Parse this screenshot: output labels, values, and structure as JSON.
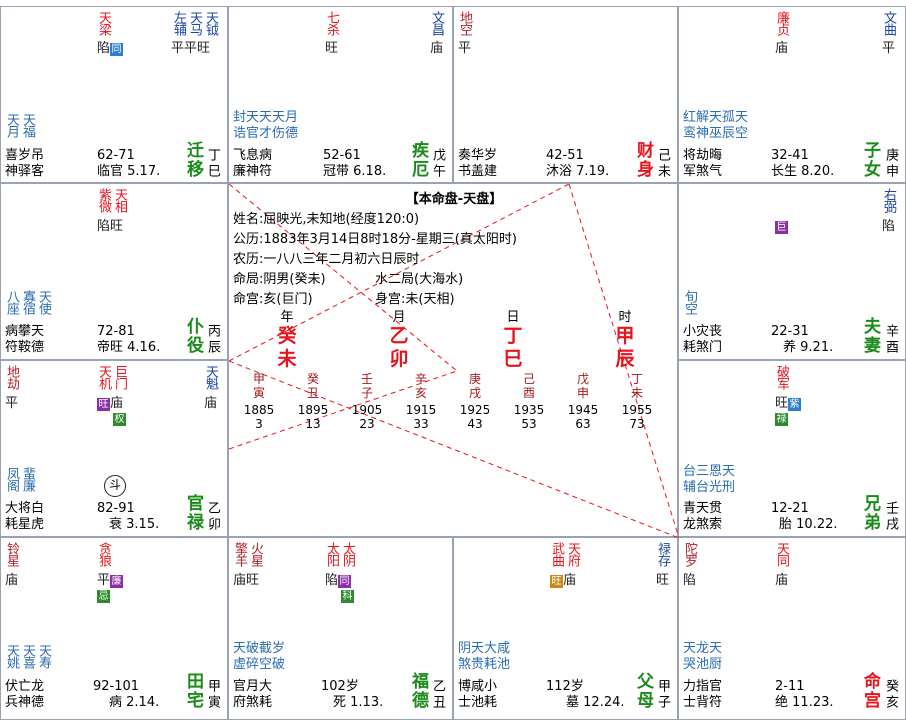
{
  "center": {
    "title": "【本命盘-天盘】",
    "lines": [
      "姓名:屈映光,未知地(经度120:0)",
      "公历:1883年3月14日8时18分-星期三(真太阳时)",
      "农历:一八八三年二月初六日辰时"
    ],
    "mingju": "命局:阴男(癸未)",
    "mingju2": "水二局(大海水)",
    "minggong": "命宫:亥(巨门)",
    "shengong": "身宫:未(天相)",
    "pillars": [
      {
        "label": "年",
        "stem": "癸",
        "branch": "未"
      },
      {
        "label": "月",
        "stem": "乙",
        "branch": "卯"
      },
      {
        "label": "日",
        "stem": "丁",
        "branch": "巳"
      },
      {
        "label": "时",
        "stem": "甲",
        "branch": "辰"
      }
    ],
    "dayun": [
      {
        "g": "甲",
        "z": "寅",
        "y": "1885",
        "a": "3"
      },
      {
        "g": "癸",
        "z": "丑",
        "y": "1895",
        "a": "13"
      },
      {
        "g": "壬",
        "z": "子",
        "y": "1905",
        "a": "23"
      },
      {
        "g": "辛",
        "z": "亥",
        "y": "1915",
        "a": "33"
      },
      {
        "g": "庚",
        "z": "戌",
        "y": "1925",
        "a": "43"
      },
      {
        "g": "己",
        "z": "酉",
        "y": "1935",
        "a": "53"
      },
      {
        "g": "戊",
        "z": "申",
        "y": "1945",
        "a": "63"
      },
      {
        "g": "丁",
        "z": "未",
        "y": "1955",
        "a": "73"
      }
    ]
  },
  "palaces": {
    "si": {
      "m1": "天梁",
      "m1b": "陷",
      "m1h": "同",
      "m2": "左辅",
      "m3": "天马",
      "m4": "天钺",
      "m2b": "平",
      "m3b": "平",
      "m4b": "旺",
      "l1": "天月",
      "l2": "天福",
      "bot1": "喜岁吊",
      "bot2": "神驿客",
      "range": "62-71",
      "stage": "临官",
      "date": "5.17.",
      "pname1": "迁",
      "pname2": "移",
      "gan": "丁",
      "zhi": "巳"
    },
    "wu": {
      "m1": "七杀",
      "m1b": "旺",
      "m2": "文昌",
      "m2b": "庙",
      "l": "封天天天月",
      "l2": "诰官才伤德",
      "bot1": "飞息病",
      "bot2": "廉神符",
      "range": "52-61",
      "stage": "冠带",
      "date": "6.18.",
      "pname1": "疾",
      "pname2": "厄",
      "gan": "戊",
      "zhi": "午"
    },
    "wei": {
      "m1": "地空",
      "m1b": "平",
      "bot1": "奏华岁",
      "bot2": "书盖建",
      "range": "42-51",
      "stage": "沐浴",
      "date": "7.19.",
      "pname1": "财",
      "pname2": "身",
      "gan": "己",
      "zhi": "未"
    },
    "shen": {
      "m1": "廉贞",
      "m1b": "庙",
      "m2": "文曲",
      "m2b": "平",
      "l": "红解天孤天",
      "l2": "鸾神巫辰空",
      "bot1": "将劫晦",
      "bot2": "军煞气",
      "range": "32-41",
      "stage": "长生",
      "date": "8.20.",
      "pname1": "子",
      "pname2": "女",
      "gan": "庚",
      "zhi": "申"
    },
    "chen": {
      "m1": "紫微",
      "m2": "天相",
      "m1b": "陷",
      "m2b": "旺",
      "l1": "八座",
      "l2": "寡宿",
      "l3": "天使",
      "bot1": "病攀天",
      "bot2": "符鞍德",
      "range": "72-81",
      "stage": "帝旺",
      "date": "4.16.",
      "pname1": "仆",
      "pname2": "役",
      "gan": "丙",
      "zhi": "辰"
    },
    "you": {
      "m1": "右弼",
      "m1b": "陷",
      "h": "巨",
      "l1": "旬空",
      "bot1": "小灾丧",
      "bot2": "耗煞门",
      "range": "22-31",
      "stage": "养",
      "date": "9.21.",
      "pname1": "夫",
      "pname2": "妻",
      "gan": "辛",
      "zhi": "酉"
    },
    "mao": {
      "m0": "地劫",
      "m0b": "平",
      "m1": "天机",
      "m2": "巨门",
      "m1b": "旺",
      "m2b": "庙",
      "m3": "天魁",
      "m3b": "庙",
      "h1": "旺",
      "h2": "权",
      "l1": "凤阁",
      "l2": "蜚廉",
      "icon": "斗",
      "bot1": "大将白",
      "bot2": "耗星虎",
      "range": "82-91",
      "stage": "衰",
      "date": "3.15.",
      "pname1": "官",
      "pname2": "禄",
      "gan": "乙",
      "zhi": "卯"
    },
    "xu": {
      "m1": "破军",
      "m1b": "旺",
      "h1": "紫",
      "h2": "禄",
      "l": "台三恩天",
      "l2": "辅台光刑",
      "bot1": "青天贯",
      "bot2": "龙煞索",
      "range": "12-21",
      "stage": "胎",
      "date": "10.22.",
      "pname1": "兄",
      "pname2": "弟",
      "gan": "壬",
      "zhi": "戌"
    },
    "yin": {
      "m0": "铃星",
      "m0b": "庙",
      "m1": "贪狼",
      "m1b": "平",
      "h1": "廉",
      "h2": "忌",
      "l1": "天姚",
      "l2": "天喜",
      "l3": "天寿",
      "bot1": "伏亡龙",
      "bot2": "兵神德",
      "range": "92-101",
      "stage": "病",
      "date": "2.14.",
      "pname1": "田",
      "pname2": "宅",
      "gan": "甲",
      "zhi": "寅"
    },
    "chou": {
      "m0a": "擎羊",
      "m0b": "火星",
      "m0s": "庙旺",
      "m1": "太阳",
      "m2": "太阴",
      "m1s": "陷",
      "h1": "同",
      "h2": "科",
      "l": "天破截岁",
      "l2": "虚碎空破",
      "bot1": "官月大",
      "bot2": "府煞耗",
      "range": "102岁",
      "stage": "死",
      "date": "1.13.",
      "pname1": "福",
      "pname2": "德",
      "gan": "乙",
      "zhi": "丑"
    },
    "zi": {
      "m1": "武曲",
      "m2": "天府",
      "m1b": "旺",
      "m2b": "庙",
      "m3": "禄存",
      "m3b": "旺",
      "l": "阴天大咸",
      "l2": "煞贵耗池",
      "bot1": "博咸小",
      "bot2": "士池耗",
      "range": "112岁",
      "stage": "墓",
      "date": "12.24.",
      "pname1": "父",
      "pname2": "母",
      "gan": "甲",
      "zhi": "子"
    },
    "hai": {
      "m0": "陀罗",
      "m0b": "陷",
      "m1": "天同",
      "m1b": "庙",
      "l": "天龙天",
      "l2": "哭池厨",
      "bot1": "力指官",
      "bot2": "士背符",
      "range": "2-11",
      "stage": "绝",
      "date": "11.23.",
      "pname1": "命",
      "pname2": "宫",
      "gan": "癸",
      "zhi": "亥"
    }
  }
}
